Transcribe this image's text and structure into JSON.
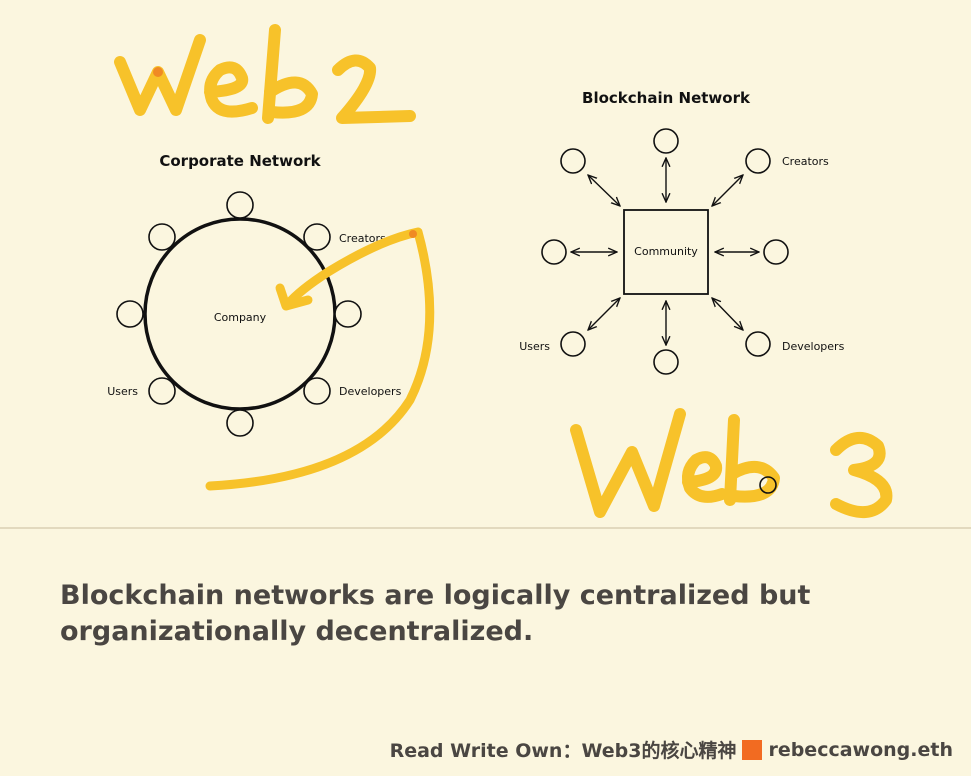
{
  "web2_handwritten": "Web 2",
  "web3_handwritten": "Web 3",
  "corporate": {
    "title": "Corporate Network",
    "center_label": "Company",
    "node_labels": {
      "creators": "Creators",
      "users": "Users",
      "developers": "Developers"
    }
  },
  "blockchain": {
    "title": "Blockchain Network",
    "center_label": "Community",
    "node_labels": {
      "creators": "Creators",
      "users": "Users",
      "developers": "Developers"
    }
  },
  "caption": "Blockchain networks are logically centralized but organizationally decentralized.",
  "footer": {
    "left": "Read Write Own：Web3的核心精神",
    "right": "rebeccawong.eth"
  },
  "colors": {
    "background": "#fbf6df",
    "ink": "#111111",
    "highlighter": "#f7c22a",
    "footer_square": "#f26b21",
    "caption_text": "#4a4642"
  }
}
